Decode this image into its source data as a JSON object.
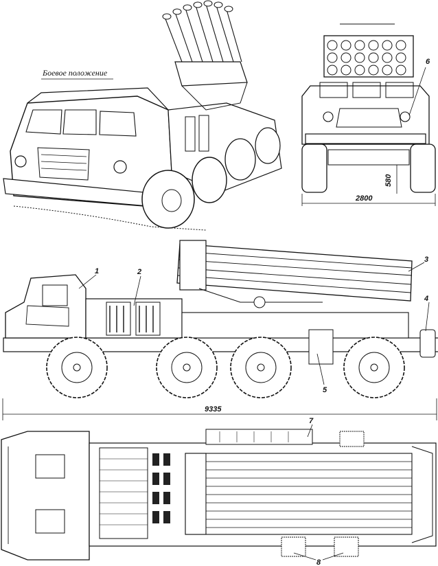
{
  "caption": "Боевое положение",
  "dimensions": {
    "rear_width": "2800",
    "clearance": "580",
    "length": "9335"
  },
  "callouts": [
    "1",
    "2",
    "3",
    "4",
    "5",
    "6",
    "7",
    "8"
  ]
}
